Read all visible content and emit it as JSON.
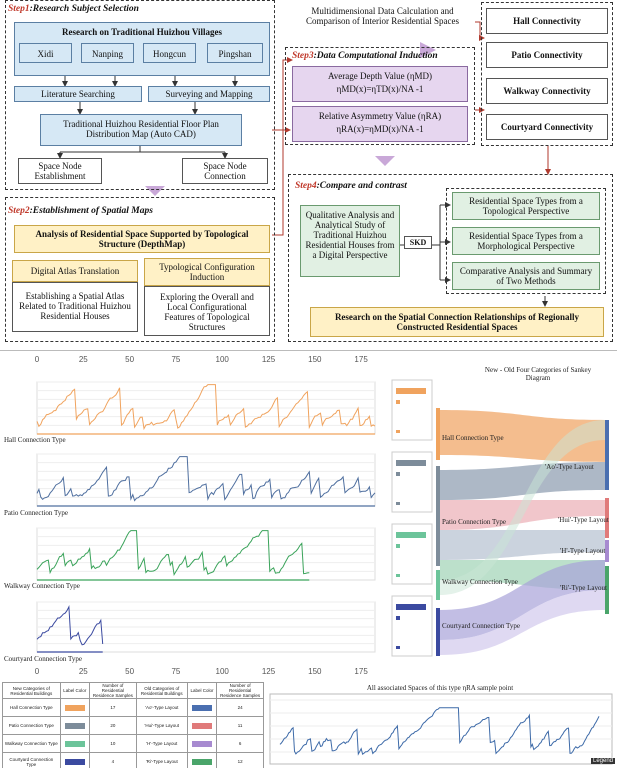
{
  "steps": {
    "step1": {
      "num": "Step1",
      "title": ":Research Subject Selection"
    },
    "step2": {
      "num": "Step2",
      "title": ":Establishment of Spatial Maps"
    },
    "step3": {
      "num": "Step3",
      "title": ":Data Computational Induction"
    },
    "step4": {
      "num": "Step4",
      "title": ":Compare and contrast"
    }
  },
  "step1": {
    "villages_header": "Research on Traditional Huizhou Villages",
    "villages": [
      "Xidi",
      "Nanping",
      "Hongcun",
      "Pingshan"
    ],
    "literature": "Literature Searching",
    "surveying": "Surveying and Mapping",
    "floorplan": "Traditional Huizhou Residential Floor Plan Distribution Map (Auto CAD)",
    "node_est": "Space Node Establishment",
    "node_conn": "Space Node Connection"
  },
  "step2": {
    "analysis": "Analysis of Residential Space Supported by Topological Structure (DepthMap)",
    "atlas_title": "Digital Atlas Translation",
    "atlas_desc": "Establishing a Spatial Atlas Related to Traditional Huizhou Residential Houses",
    "typo_title": "Typological Configuration Induction",
    "typo_desc": "Exploring the Overall and Local Configurational Features of Topological Structures"
  },
  "step3": {
    "multi": "Multidimensional Data Calculation and Comparison of Interior Residential Spaces",
    "md_title": "Average Depth Value (ηMD)",
    "md_formula": "ηMD(x)=ηTD(x)/NA -1",
    "ra_title": "Relative Asymmetry Value (ηRA)",
    "ra_formula": "ηRA(x)=ηMD(x)/NA -1",
    "connectivity": [
      "Hall Connectivity",
      "Patio Connectivity",
      "Walkway Connectivity",
      "Courtyard Connectivity"
    ]
  },
  "step4": {
    "qualitative": "Qualitative Analysis and Analytical Study of Traditional Huizhou Residential Houses from a Digital Perspective",
    "skd": "SKD",
    "types": [
      "Residential Space Types from a Topological Perspective",
      "Residential Space Types from a Morphological Perspective",
      "Comparative Analysis and Summary of Two Methods"
    ],
    "final": "Research on the Spatial Connection Relationships of Regionally Constructed Residential Spaces"
  },
  "charts": {
    "axis_ticks": [
      "0",
      "25",
      "50",
      "75",
      "100",
      "125",
      "150",
      "175"
    ],
    "series_labels": [
      "Hall Connection Type",
      "Patio Connection Type",
      "Walkway Connection Type",
      "Courtyard Connection Type"
    ],
    "colors": {
      "hall": "#f0a35e",
      "patio": "#4f6f9f",
      "walkway": "#3aa35a",
      "courtyard": "#3b4aa0"
    },
    "sankey_title": "New - Old Four Categories of Sankey Diagram",
    "sankey_left": [
      "Hall Connection Type",
      "Patio Connection Type",
      "Walkway Connection Type",
      "Courtyard Connection Type"
    ],
    "sankey_right": [
      "'Ao'-Type Layout",
      "'Hui'-Type Layout",
      "'H'-Type Layout",
      "'Ri'-Type Layout"
    ],
    "bottom_title": "All associated Spaces of this type ηRA sample point",
    "legend": "Legend"
  },
  "table": {
    "headers": [
      "New Categories of Residential Buildings",
      "Label Color",
      "Number of Residential Residence Samples",
      "Old Categories of Residential Buildings",
      "Label Color",
      "Number of Residential Residence Samples"
    ],
    "rows": [
      {
        "new": "Hall Connection Type",
        "n1": "17",
        "old": "'Ao'-Type Layout",
        "n2": "24"
      },
      {
        "new": "Patio Connection Type",
        "n1": "20",
        "old": "'Hui'-Type Layout",
        "n2": "11"
      },
      {
        "new": "Walkway Connection Type",
        "n1": "10",
        "old": "'H'-Type Layout",
        "n2": "6"
      },
      {
        "new": "Courtyard Connection Type",
        "n1": "4",
        "old": "'Ri'-Type Layout",
        "n2": "12"
      }
    ]
  }
}
